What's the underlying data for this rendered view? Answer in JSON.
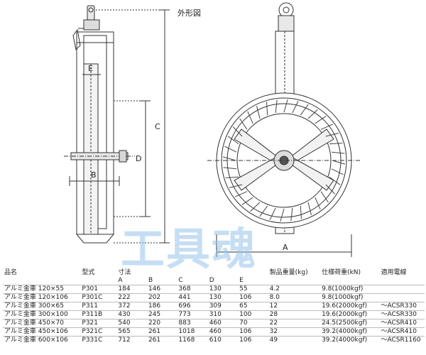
{
  "figure_title": "外形図",
  "dimension_labels": {
    "A": "A",
    "B": "B",
    "C": "C",
    "D": "D",
    "E": "E"
  },
  "watermark": "工具魂",
  "table": {
    "headers": {
      "name": "品名",
      "model": "型式",
      "dimensions": "寸法",
      "weight": "製品重量(kg)",
      "load": "仕様荷重(kN)",
      "wire": "適用電線"
    },
    "dim_subheaders": [
      "A",
      "B",
      "C",
      "D",
      "E"
    ],
    "rows": [
      {
        "name": "アルミ金車 120×55",
        "model": "P301",
        "A": "184",
        "B": "146",
        "C": "368",
        "D": "130",
        "E": "55",
        "weight": "4.2",
        "load": "9.8(1000kgf)",
        "wire": ""
      },
      {
        "name": "アルミ金車 120×106",
        "model": "P301C",
        "A": "222",
        "B": "202",
        "C": "441",
        "D": "130",
        "E": "106",
        "weight": "8.0",
        "load": "9.8(1000kgf)",
        "wire": ""
      },
      {
        "name": "アルミ金車 300×65",
        "model": "P311",
        "A": "372",
        "B": "186",
        "C": "696",
        "D": "309",
        "E": "65",
        "weight": "12",
        "load": "19.6(2000kgf)",
        "wire": "～ACSR330"
      },
      {
        "name": "アルミ金車 300×100",
        "model": "P311B",
        "A": "430",
        "B": "245",
        "C": "773",
        "D": "310",
        "E": "100",
        "weight": "28",
        "load": "19.6(2000kgf)",
        "wire": "～ACSR330"
      },
      {
        "name": "アルミ金車 450×70",
        "model": "P321",
        "A": "540",
        "B": "220",
        "C": "883",
        "D": "460",
        "E": "70",
        "weight": "22",
        "load": "24.5(2500kgf)",
        "wire": "～ACSR410"
      },
      {
        "name": "アルミ金車 450×106",
        "model": "P321C",
        "A": "565",
        "B": "261",
        "C": "1018",
        "D": "460",
        "E": "106",
        "weight": "32",
        "load": "39.2(4000kgf)",
        "wire": "～ACSR410"
      },
      {
        "name": "アルミ金車 600×106",
        "model": "P331C",
        "A": "712",
        "B": "261",
        "C": "1168",
        "D": "610",
        "E": "106",
        "weight": "49",
        "load": "39.2(4000kgf)",
        "wire": "～ACSR1160"
      }
    ]
  }
}
